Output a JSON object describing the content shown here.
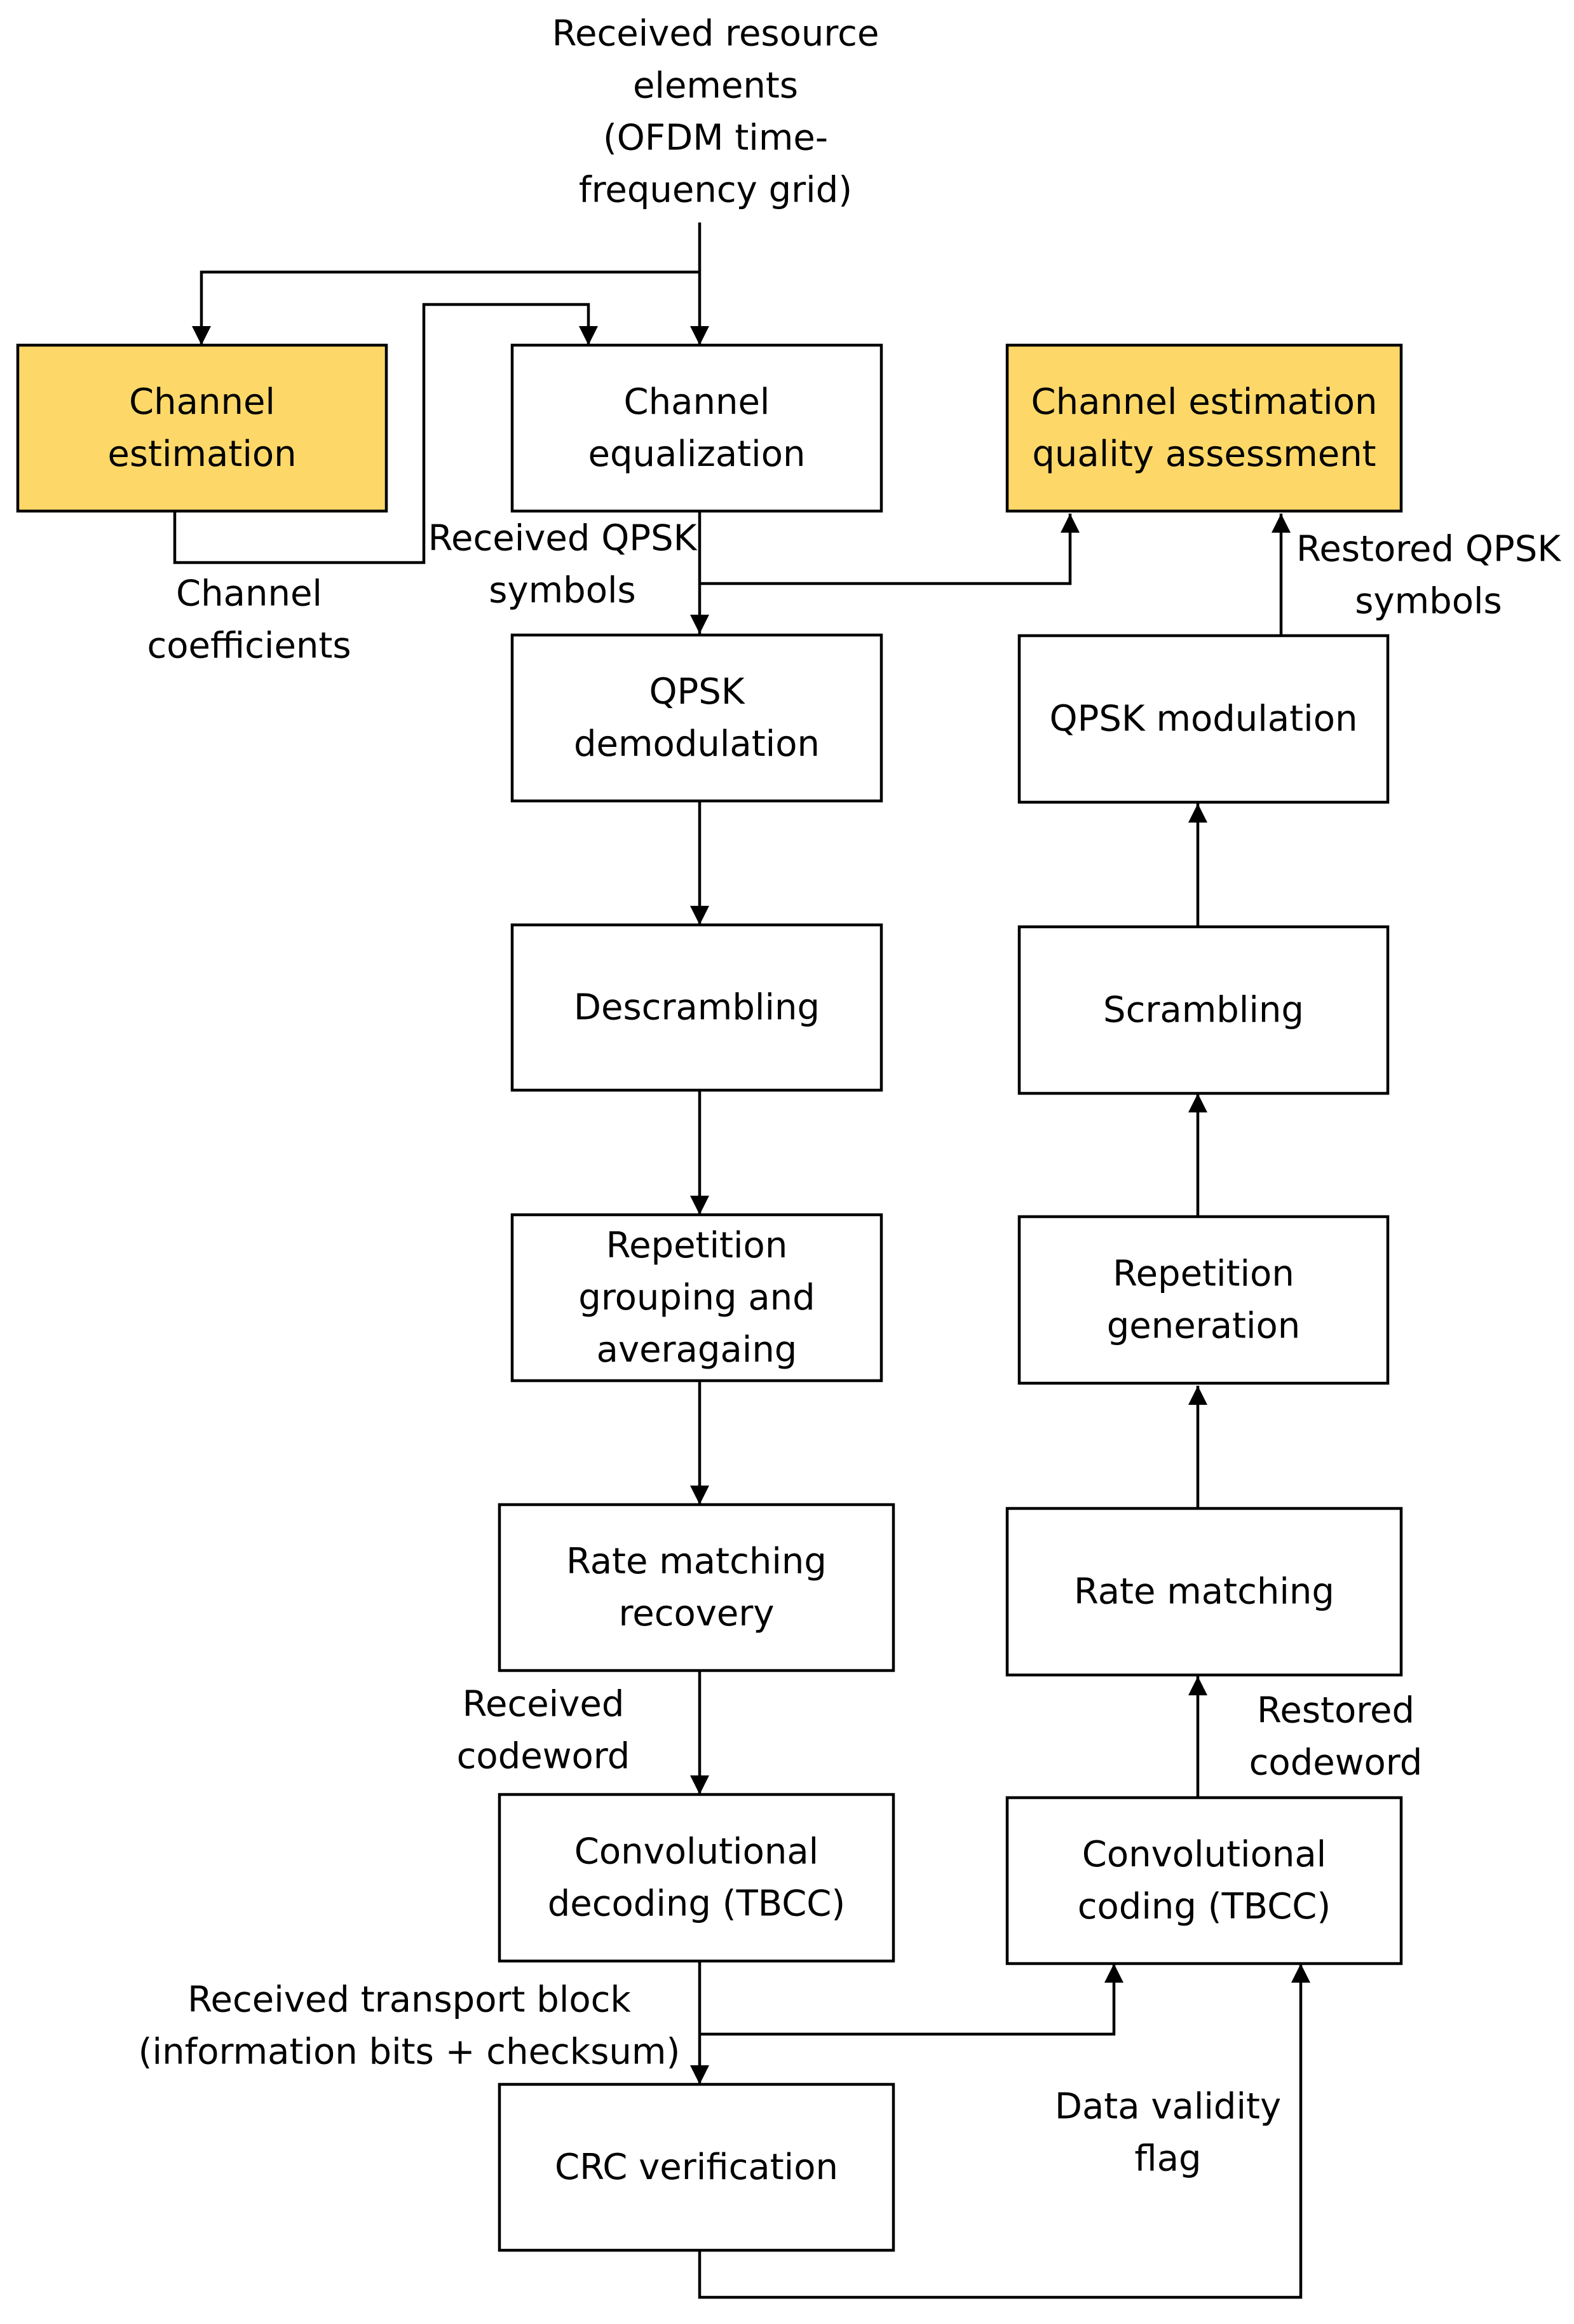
{
  "colors": {
    "highlight_fill": "#fdd868",
    "box_fill": "#ffffff",
    "stroke": "#000000"
  },
  "blocks": {
    "channel_estimation": [
      "Channel",
      "estimation"
    ],
    "channel_equalization": [
      "Channel",
      "equalization"
    ],
    "ce_quality_assessment": [
      "Channel estimation",
      "quality assessment"
    ],
    "qpsk_demodulation": [
      "QPSK",
      "demodulation"
    ],
    "qpsk_modulation": [
      "QPSK modulation"
    ],
    "descrambling": [
      "Descrambling"
    ],
    "scrambling": [
      "Scrambling"
    ],
    "repetition_grouping": [
      "Repetition",
      "grouping and",
      "averagaing"
    ],
    "repetition_generation": [
      "Repetition",
      "generation"
    ],
    "rate_matching_recovery": [
      "Rate matching",
      "recovery"
    ],
    "rate_matching": [
      "Rate matching"
    ],
    "convolutional_decoding": [
      "Convolutional",
      "decoding (TBCC)"
    ],
    "convolutional_coding": [
      "Convolutional",
      "coding (TBCC)"
    ],
    "crc_verification": [
      "CRC verification"
    ]
  },
  "labels": {
    "input": [
      "Received resource",
      "elements",
      "(OFDM time-",
      "frequency grid)"
    ],
    "channel_coefficients": [
      "Channel",
      "coefficients"
    ],
    "received_qpsk": [
      "Received QPSK",
      "symbols"
    ],
    "restored_qpsk": [
      "Restored QPSK",
      "symbols"
    ],
    "received_codeword": [
      "Received",
      "codeword"
    ],
    "restored_codeword": [
      "Restored",
      "codeword"
    ],
    "received_transport_block": [
      "Received transport block",
      "(information bits + checksum)"
    ],
    "data_validity_flag": [
      "Data validity",
      "flag"
    ]
  }
}
